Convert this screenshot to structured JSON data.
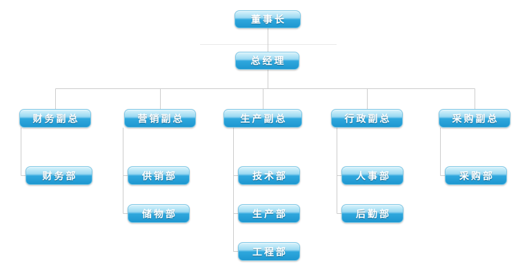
{
  "diagram": {
    "type": "org-chart",
    "colors": {
      "node_gradient_top": "#d8f3fc",
      "node_gradient_light": "#9bd9f2",
      "node_gradient_dark": "#2fa7dd",
      "node_gradient_bottom": "#1e97d0",
      "node_border": "#7cc7e6",
      "node_text": "#ffffff",
      "connector": "#cccccc",
      "connector_faint": "#e9e9e9",
      "page_bg": "#ffffff"
    },
    "nodes": {
      "chairman": "董事长",
      "general_manager": "总经理",
      "finance_vp": "财务副总",
      "marketing_vp": "营销副总",
      "production_vp": "生产副总",
      "admin_vp": "行政副总",
      "procurement_vp": "采购副总",
      "finance_dept": "财务部",
      "supply_dept": "供销部",
      "storage_dept": "储物部",
      "tech_dept": "技术部",
      "production_dept": "生产部",
      "engineering_dept": "工程部",
      "hr_dept": "人事部",
      "logistics_dept": "后勤部",
      "procurement_dept": "采购部"
    }
  }
}
